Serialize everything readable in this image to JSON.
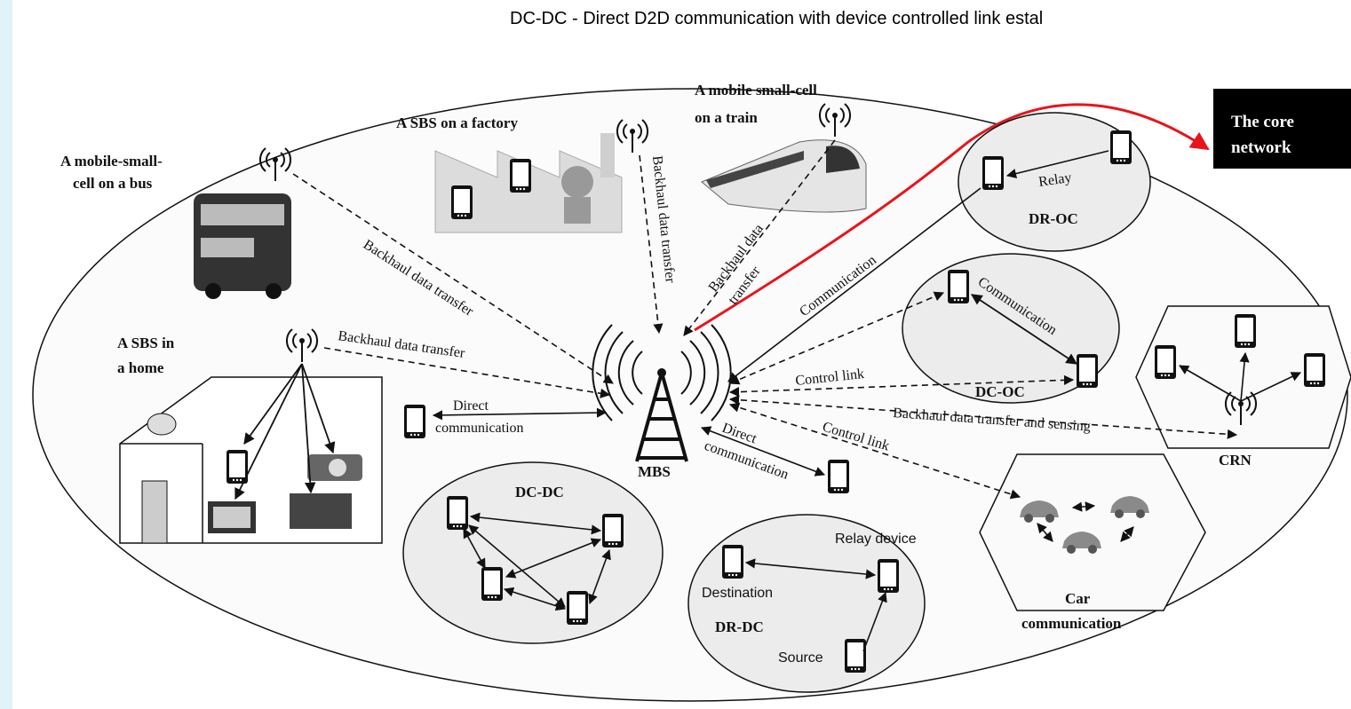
{
  "caption": "DC-DC  - Direct D2D communication with device controlled link estal",
  "nodes": {
    "core_line1": "The core",
    "core_line2": "network",
    "mbs": "MBS",
    "bus_line1": "A mobile-small-",
    "bus_line2": "cell on a bus",
    "factory": "A SBS on a factory",
    "train_line1": "A mobile small-cell",
    "train_line2": "on a train",
    "home_line1": "A SBS in",
    "home_line2": "a home",
    "dr_oc": "DR-OC",
    "dc_oc": "DC-OC",
    "crn": "CRN",
    "dc_dc": "DC-DC",
    "dr_dc": "DR-DC",
    "car_line1": "Car",
    "car_line2": "communication",
    "destination": "Destination",
    "source": "Source",
    "relay_device": "Relay device",
    "relay": "Relay"
  },
  "links": {
    "backhaul_bus": "Backhaul data transfer",
    "backhaul_factory": "Backhaul data transfer",
    "backhaul_train_1": "Backhaul data",
    "backhaul_train_2": "transfer",
    "backhaul_home": "Backhaul data transfer",
    "communication_oc": "Communication",
    "communication_dcoc": "Communication",
    "control_link_1": "Control link",
    "control_link_2": "Control link",
    "backhaul_sensing": "Backhaul data transfer and sensing",
    "direct_comm_left_1": "Direct",
    "direct_comm_left_2": "communication",
    "direct_comm_right_1": "Direct",
    "direct_comm_right_2": "communication"
  },
  "colors": {
    "core_link": "#e8141b",
    "core_box": "#000000",
    "cluster_fill": "#ececec"
  }
}
